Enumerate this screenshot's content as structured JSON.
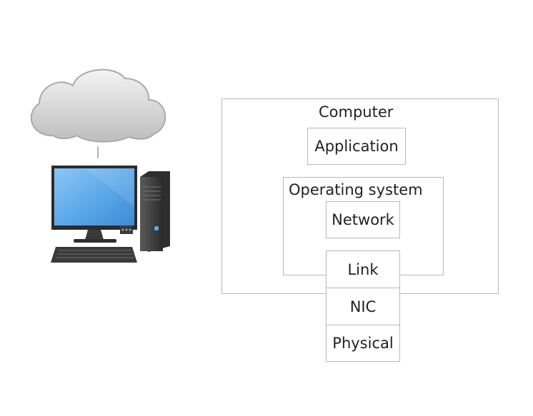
{
  "diagram": {
    "computer_label": "Computer",
    "application_label": "Application",
    "os_label": "Operating system",
    "network_label": "Network",
    "link_label": "Link",
    "nic_label": "NIC",
    "physical_label": "Physical"
  },
  "icons": [
    "cloud-icon",
    "desktop-computer-icon"
  ],
  "colors": {
    "border": "#b9b9b9",
    "screen": "#5aa7e8",
    "cloud": "#d8d8d8",
    "tower": "#3c3c3c"
  }
}
